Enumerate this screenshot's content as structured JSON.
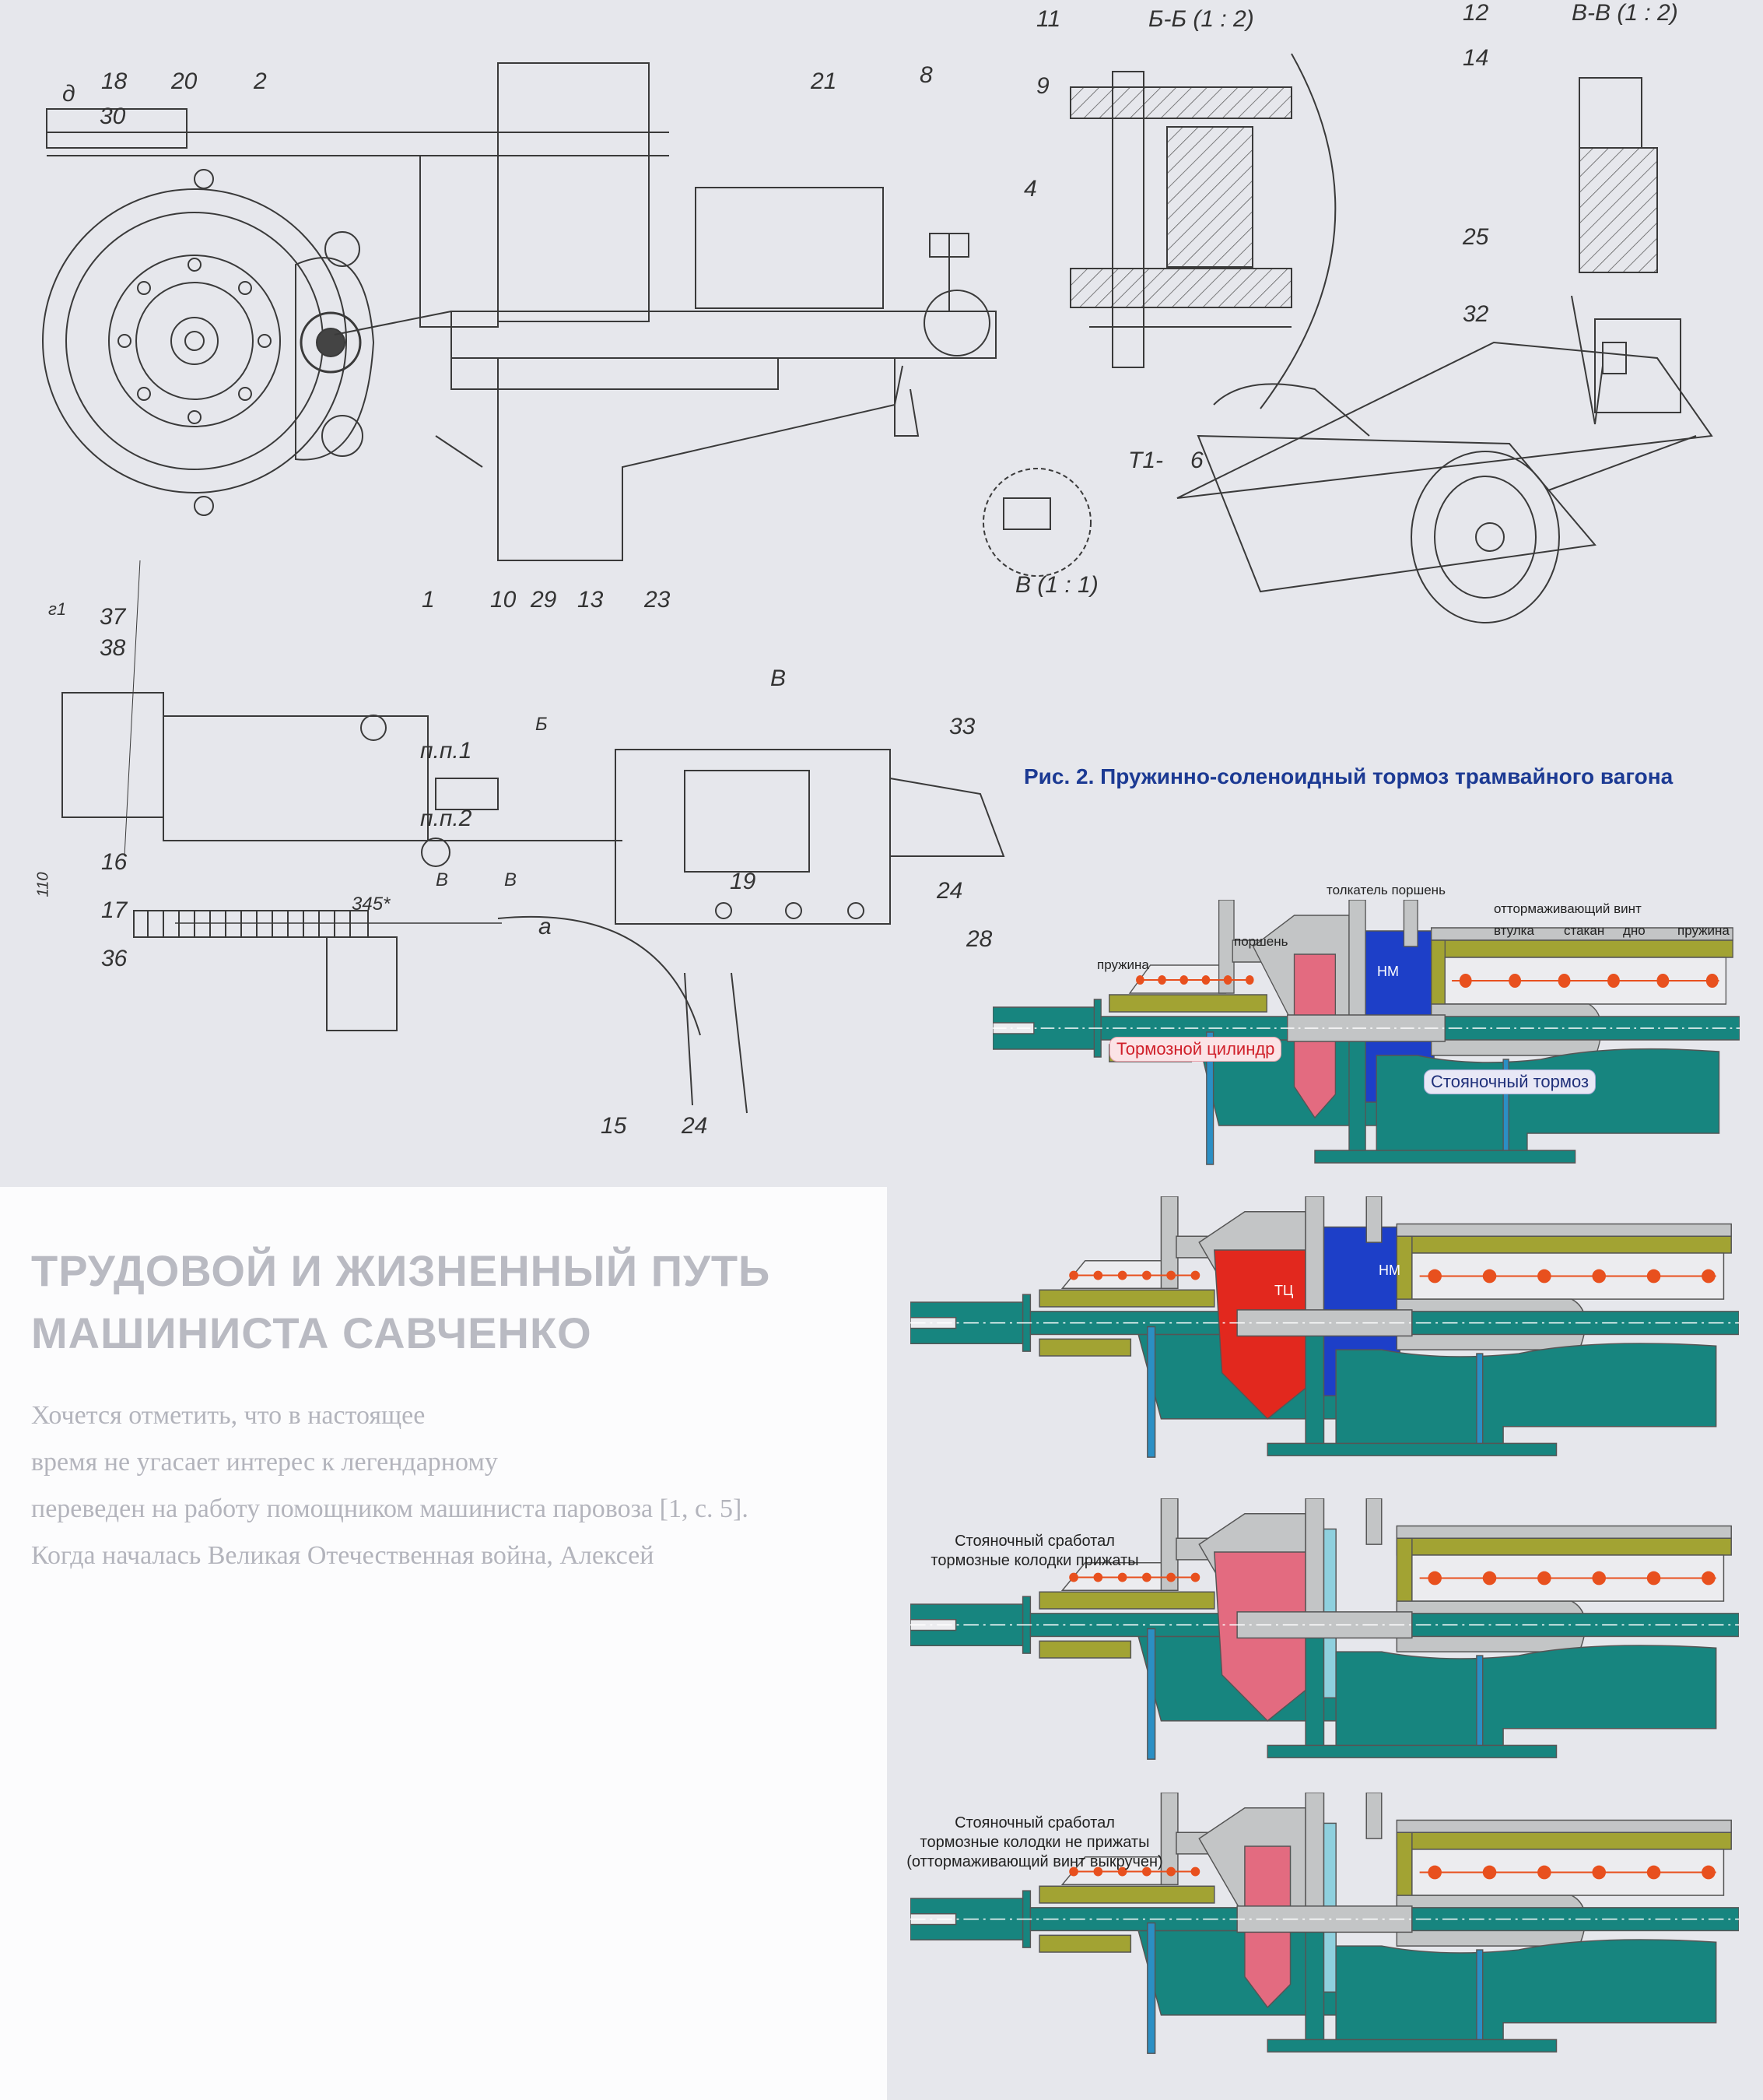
{
  "ghost_text": {
    "headline_1": "ТРУДОВОЙ И ЖИЗНЕННЫЙ ПУТЬ",
    "headline_2": "МАШИНИСТА САВЧЕНКО",
    "lines": [
      "Хочется отметить, что в настоящее",
      "время не угасает интерес к легендарному",
      "переведен на работу помощником машиниста паровоза [1, с. 5].",
      "Когда началась Великая Отечественная война, Алексей"
    ]
  },
  "drawing_main": {
    "labels": {
      "view_d": "д",
      "n18": "18",
      "n30": "30",
      "n20": "20",
      "n2": "2",
      "n21": "21",
      "n8": "8",
      "view_B": "В",
      "pp1": "п.п.1",
      "pp2": "п.п.2",
      "dim345": "345*",
      "view_a": "а",
      "n19": "19",
      "n24a": "24",
      "n28": "28",
      "n16": "16",
      "n17": "17",
      "n36": "36",
      "n37": "37",
      "n38": "38",
      "view_g1": "г1",
      "n1": "1",
      "n10": "10",
      "n29": "29",
      "n13": "13",
      "n23": "23",
      "n33": "33",
      "cut_B": "Б",
      "cut_V1": "В",
      "cut_V2": "В",
      "n15": "15",
      "n24b": "24",
      "dim110": "110"
    }
  },
  "sections": {
    "bb_title": "Б-Б (1 : 2)",
    "n11": "11",
    "n9": "9",
    "n4": "4",
    "vv_title": "В-В (1 : 2)",
    "n12": "12",
    "n14": "14",
    "n25": "25",
    "n32": "32",
    "t1": "Т1-",
    "n6": "6",
    "v11_title": "В (1 : 1)"
  },
  "figure": {
    "caption": "Рис. 2. Пружинно-соленоидный тормоз трамвайного вагона",
    "labels": {
      "pusher_piston": "толкатель поршень",
      "release_screw": "оттормаживающий винт",
      "bushing": "втулка",
      "cup": "стакан",
      "bottom": "дно",
      "spring_right": "пружина",
      "piston": "поршень",
      "spring_left": "пружина",
      "nm": "НМ",
      "brake_cylinder": "Тормозной цилиндр",
      "parking_brake": "Стояночный тормоз"
    },
    "state2": {
      "tc": "ТЦ",
      "nm": "НМ"
    },
    "state3": {
      "line1": "Стояночный сработал",
      "line2": "тормозные колодки прижаты"
    },
    "state4": {
      "line1": "Стояночный сработал",
      "line2": "тормозные колодки не прижаты",
      "line3": "(оттормаживающий винт выкручен)"
    },
    "colors": {
      "teal": "#17857f",
      "gray": "#c3c5c6",
      "olive": "#a2a333",
      "pink": "#e36b80",
      "red": "#e2281e",
      "blue": "#1d3fc8",
      "spring": "#e8501e",
      "steel": "#2b8fc4",
      "light": "#ececef"
    },
    "states": [
      {
        "piston": "pink",
        "nm": true,
        "piston_thin": true
      },
      {
        "piston": "red",
        "nm": true,
        "piston_thin": false
      },
      {
        "piston": "pink",
        "nm": false,
        "piston_thin": false
      },
      {
        "piston": "pink",
        "nm": false,
        "piston_thin": true
      }
    ]
  }
}
